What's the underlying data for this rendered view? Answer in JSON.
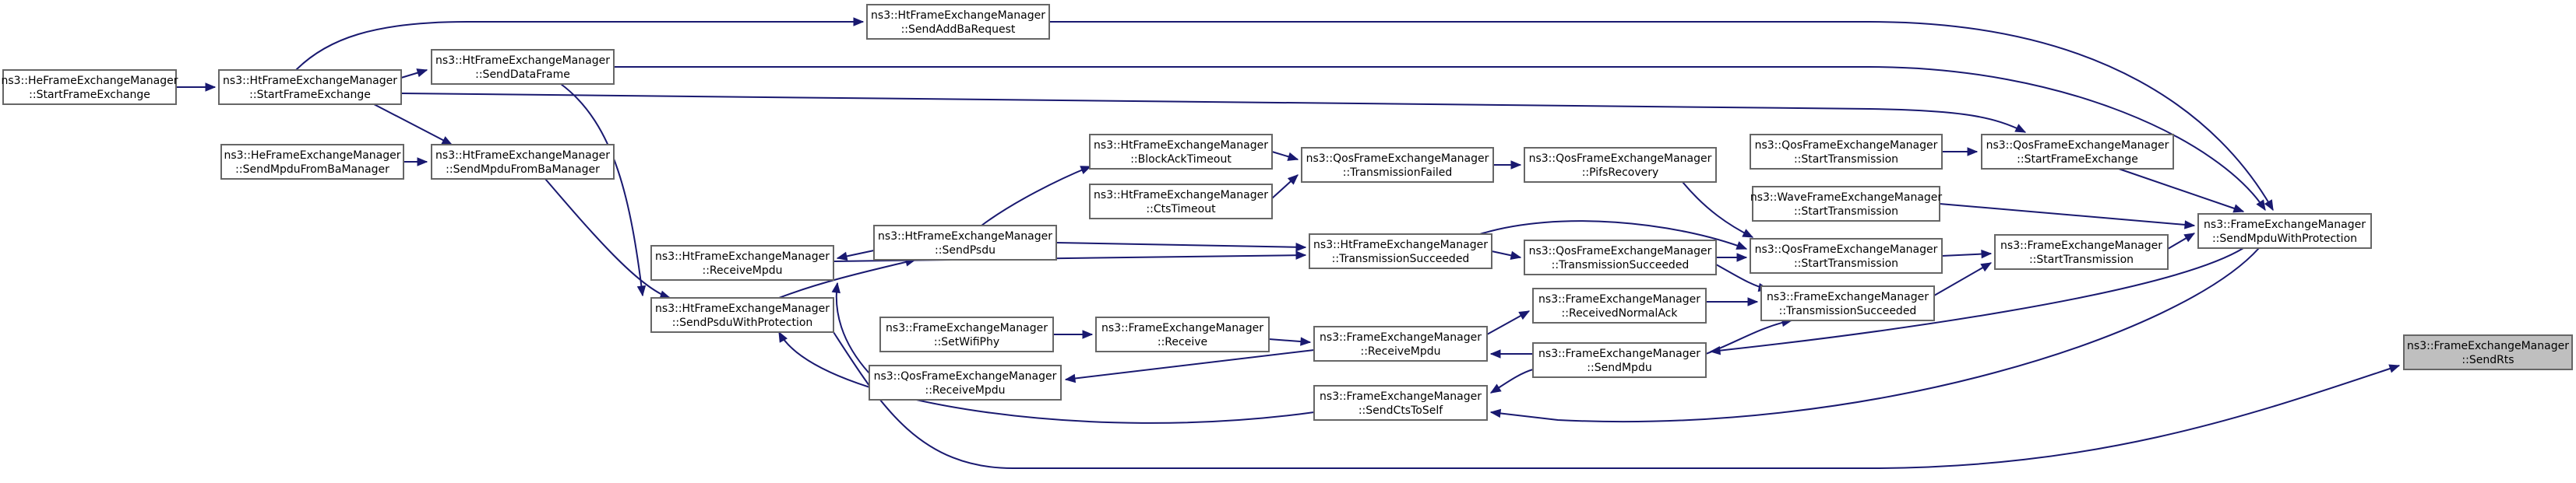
{
  "nodes": [
    {
      "id": "he_start",
      "line1": "ns3::HeFrameExchangeManager",
      "line2": "::StartFrameExchange",
      "highlight": false
    },
    {
      "id": "ht_start",
      "line1": "ns3::HtFrameExchangeManager",
      "line2": "::StartFrameExchange",
      "highlight": false
    },
    {
      "id": "ht_addba",
      "line1": "ns3::HtFrameExchangeManager",
      "line2": "::SendAddBaRequest",
      "highlight": false
    },
    {
      "id": "ht_senddata",
      "line1": "ns3::HtFrameExchangeManager",
      "line2": "::SendDataFrame",
      "highlight": false
    },
    {
      "id": "he_sendmpdubam",
      "line1": "ns3::HeFrameExchangeManager",
      "line2": "::SendMpduFromBaManager",
      "highlight": false
    },
    {
      "id": "ht_sendmpdubam",
      "line1": "ns3::HtFrameExchangeManager",
      "line2": "::SendMpduFromBaManager",
      "highlight": false
    },
    {
      "id": "ht_recvmpdu",
      "line1": "ns3::HtFrameExchangeManager",
      "line2": "::ReceiveMpdu",
      "highlight": false
    },
    {
      "id": "ht_sendpsduprot",
      "line1": "ns3::HtFrameExchangeManager",
      "line2": "::SendPsduWithProtection",
      "highlight": false
    },
    {
      "id": "ht_blockack",
      "line1": "ns3::HtFrameExchangeManager",
      "line2": "::BlockAckTimeout",
      "highlight": false
    },
    {
      "id": "ht_ctstimeout",
      "line1": "ns3::HtFrameExchangeManager",
      "line2": "::CtsTimeout",
      "highlight": false
    },
    {
      "id": "ht_sendpsdu",
      "line1": "ns3::HtFrameExchangeManager",
      "line2": "::SendPsdu",
      "highlight": false
    },
    {
      "id": "fem_setwifiphy",
      "line1": "ns3::FrameExchangeManager",
      "line2": "::SetWifiPhy",
      "highlight": false
    },
    {
      "id": "qos_recvmpdu",
      "line1": "ns3::QosFrameExchangeManager",
      "line2": "::ReceiveMpdu",
      "highlight": false
    },
    {
      "id": "fem_receive",
      "line1": "ns3::FrameExchangeManager",
      "line2": "::Receive",
      "highlight": false
    },
    {
      "id": "qos_txfailed",
      "line1": "ns3::QosFrameExchangeManager",
      "line2": "::TransmissionFailed",
      "highlight": false
    },
    {
      "id": "ht_txsucc",
      "line1": "ns3::HtFrameExchangeManager",
      "line2": "::TransmissionSucceeded",
      "highlight": false
    },
    {
      "id": "fem_recvmpdu",
      "line1": "ns3::FrameExchangeManager",
      "line2": "::ReceiveMpdu",
      "highlight": false
    },
    {
      "id": "fem_sendcts",
      "line1": "ns3::FrameExchangeManager",
      "line2": "::SendCtsToSelf",
      "highlight": false
    },
    {
      "id": "qos_pifs",
      "line1": "ns3::QosFrameExchangeManager",
      "line2": "::PifsRecovery",
      "highlight": false
    },
    {
      "id": "qos_txsucc",
      "line1": "ns3::QosFrameExchangeManager",
      "line2": "::TransmissionSucceeded",
      "highlight": false
    },
    {
      "id": "fem_recvack",
      "line1": "ns3::FrameExchangeManager",
      "line2": "::ReceivedNormalAck",
      "highlight": false
    },
    {
      "id": "fem_sendmpdu",
      "line1": "ns3::FrameExchangeManager",
      "line2": "::SendMpdu",
      "highlight": false
    },
    {
      "id": "qos_starttx_a",
      "line1": "ns3::QosFrameExchangeManager",
      "line2": "::StartTransmission",
      "highlight": false
    },
    {
      "id": "wave_starttx",
      "line1": "ns3::WaveFrameExchangeManager",
      "line2": "::StartTransmission",
      "highlight": false
    },
    {
      "id": "qos_starttx_b",
      "line1": "ns3::QosFrameExchangeManager",
      "line2": "::StartTransmission",
      "highlight": false
    },
    {
      "id": "fem_txsucc",
      "line1": "ns3::FrameExchangeManager",
      "line2": "::TransmissionSucceeded",
      "highlight": false
    },
    {
      "id": "qos_startfe",
      "line1": "ns3::QosFrameExchangeManager",
      "line2": "::StartFrameExchange",
      "highlight": false
    },
    {
      "id": "fem_starttx",
      "line1": "ns3::FrameExchangeManager",
      "line2": "::StartTransmission",
      "highlight": false
    },
    {
      "id": "fem_sendmpduprot",
      "line1": "ns3::FrameExchangeManager",
      "line2": "::SendMpduWithProtection",
      "highlight": false
    },
    {
      "id": "fem_sendrts",
      "line1": "ns3::FrameExchangeManager",
      "line2": "::SendRts",
      "highlight": true
    }
  ],
  "edges": [
    {
      "from": "fem_sendmpduprot",
      "to": "fem_sendrts"
    },
    {
      "from": "ht_sendpsduprot",
      "to": "fem_sendrts"
    },
    {
      "from": "ht_addba",
      "to": "fem_sendmpduprot"
    },
    {
      "from": "ht_senddata",
      "to": "fem_sendmpduprot"
    },
    {
      "from": "fem_starttx",
      "to": "fem_sendmpduprot"
    },
    {
      "from": "qos_startfe",
      "to": "fem_sendmpduprot"
    },
    {
      "from": "wave_starttx",
      "to": "fem_sendmpduprot"
    },
    {
      "from": "fem_sendmpduprot",
      "to": "fem_sendmpdu"
    },
    {
      "from": "fem_sendmpduprot",
      "to": "fem_sendcts"
    },
    {
      "from": "ht_start",
      "to": "ht_addba"
    },
    {
      "from": "ht_start",
      "to": "ht_senddata"
    },
    {
      "from": "he_start",
      "to": "ht_start"
    },
    {
      "from": "ht_start",
      "to": "qos_startfe"
    },
    {
      "from": "qos_starttx_a",
      "to": "qos_startfe"
    },
    {
      "from": "fem_txsucc",
      "to": "fem_starttx"
    },
    {
      "from": "qos_starttx_b",
      "to": "fem_starttx"
    },
    {
      "from": "ht_txsucc",
      "to": "qos_starttx_b"
    },
    {
      "from": "qos_txsucc",
      "to": "qos_starttx_b"
    },
    {
      "from": "qos_pifs",
      "to": "qos_starttx_b"
    },
    {
      "from": "fem_recvack",
      "to": "fem_txsucc"
    },
    {
      "from": "fem_sendmpdu",
      "to": "fem_txsucc"
    },
    {
      "from": "qos_txsucc",
      "to": "fem_txsucc"
    },
    {
      "from": "ht_txsucc",
      "to": "qos_txsucc"
    },
    {
      "from": "qos_txfailed",
      "to": "qos_pifs"
    },
    {
      "from": "ht_blockack",
      "to": "qos_txfailed"
    },
    {
      "from": "ht_ctstimeout",
      "to": "qos_txfailed"
    },
    {
      "from": "ht_sendpsdu",
      "to": "ht_blockack"
    },
    {
      "from": "ht_sendpsdu",
      "to": "ht_txsucc"
    },
    {
      "from": "ht_recvmpdu",
      "to": "ht_txsucc"
    },
    {
      "from": "ht_sendpsdu",
      "to": "ht_recvmpdu"
    },
    {
      "from": "ht_sendpsduprot",
      "to": "ht_sendpsdu"
    },
    {
      "from": "ht_sendmpdubam",
      "to": "ht_sendpsduprot"
    },
    {
      "from": "ht_senddata",
      "to": "ht_sendpsduprot"
    },
    {
      "from": "ht_start",
      "to": "ht_sendmpdubam"
    },
    {
      "from": "he_sendmpdubam",
      "to": "ht_sendmpdubam"
    },
    {
      "from": "fem_recvmpdu",
      "to": "fem_recvack"
    },
    {
      "from": "fem_recvmpdu",
      "to": "qos_recvmpdu"
    },
    {
      "from": "fem_receive",
      "to": "fem_recvmpdu"
    },
    {
      "from": "fem_setwifiphy",
      "to": "fem_receive"
    },
    {
      "from": "qos_recvmpdu",
      "to": "ht_recvmpdu"
    },
    {
      "from": "fem_sendmpdu",
      "to": "fem_recvmpdu"
    },
    {
      "from": "fem_sendcts",
      "to": "ht_sendpsduprot"
    },
    {
      "from": "fem_sendmpdu",
      "to": "fem_sendcts"
    }
  ]
}
